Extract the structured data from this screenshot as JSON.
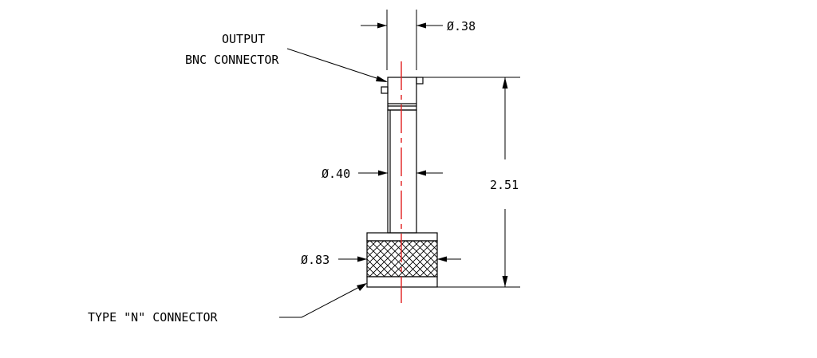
{
  "labels": {
    "output_line1": "OUTPUT",
    "output_line2": "BNC CONNECTOR",
    "type_n": "TYPE \"N\" CONNECTOR"
  },
  "dimensions": {
    "bnc_diameter": "Ø.38",
    "body_diameter": "Ø.40",
    "knurl_diameter": "Ø.83",
    "overall_height": "2.51"
  },
  "colors": {
    "centerline": "#e02020",
    "lines": "#000000"
  }
}
